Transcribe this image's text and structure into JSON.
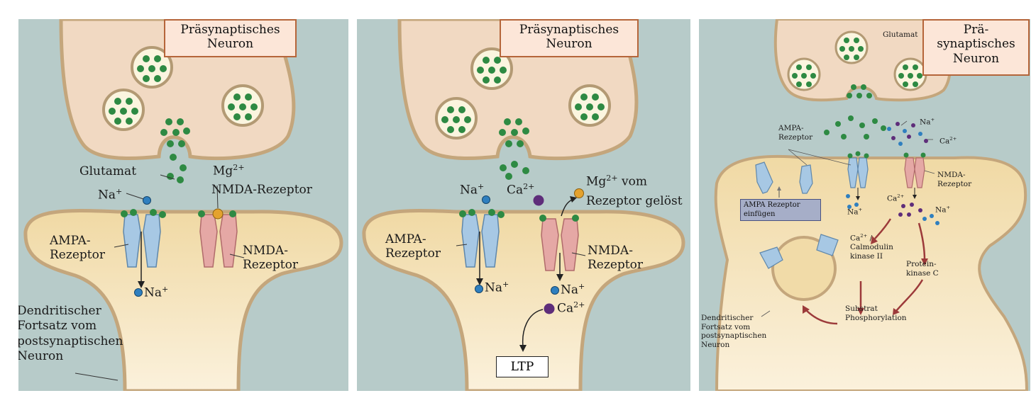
{
  "panel1": {
    "title_line1": "Präsynaptisches",
    "title_line2": "Neuron",
    "glutamat": "Glutamat",
    "na_in": "Na",
    "mg": "Mg",
    "mg_sup": "2+",
    "nmda_rez_top": "NMDA-Rezeptor",
    "ampa_l1": "AMPA-",
    "ampa_l2": "Rezeptor",
    "nmda_l1": "NMDA-",
    "nmda_l2": "Rezeptor",
    "na_out": "Na",
    "plus": "+",
    "dendrit_l1": "Dendritischer",
    "dendrit_l2": "Fortsatz vom",
    "dendrit_l3": "postsynaptischen",
    "dendrit_l4": "Neuron"
  },
  "panel2": {
    "title_line1": "Präsynaptisches",
    "title_line2": "Neuron",
    "na_in": "Na",
    "ca_in": "Ca",
    "ca_sup": "2+",
    "mg": "Mg",
    "mg_sup": "2+",
    "mg_text1": " vom",
    "mg_text2": "Rezeptor gelöst",
    "ampa_l1": "AMPA-",
    "ampa_l2": "Rezeptor",
    "nmda_l1": "NMDA-",
    "nmda_l2": "Rezeptor",
    "na_out_left": "Na",
    "na_out_right": "Na",
    "ca_out": "Ca",
    "plus": "+",
    "ltp": "LTP"
  },
  "panel3": {
    "title_line1": "Prä-",
    "title_line2": "synaptisches",
    "title_line3": "Neuron",
    "glutamat": "Glutamat",
    "na_top": "Na",
    "ca_top": "Ca",
    "ampa_l1": "AMPA-",
    "ampa_l2": "Rezeptor",
    "nmda_l1": "NMDA-",
    "nmda_l2": "Rezeptor",
    "ampa_insert_l1": "AMPA Rezeptor",
    "ampa_insert_l2": "einfügen",
    "na_left": "Na",
    "ca_mid": "Ca",
    "na_mid": "Na",
    "camk_l1": "Ca",
    "camk_l1b": " /",
    "camk_l2": "Calmodulin",
    "camk_l3": "kinase II",
    "pkc_l1": "Protein-",
    "pkc_l2": "kinase C",
    "substrat_l1": "Substrat",
    "substrat_l2": "Phosphorylation",
    "dendrit_l1": "Dendritischer",
    "dendrit_l2": "Fortsatz vom",
    "dendrit_l3": "postsynaptischen",
    "dendrit_l4": "Neuron",
    "plus": "+",
    "sup2": "2+"
  },
  "colors": {
    "background": "#b7cbc9",
    "presynaptic": "#f1d9c2",
    "postsynaptic": "#f1dba8",
    "membrane": "#c4a67c",
    "glutamate": "#2e8a43",
    "ampa": "#a7c8e4",
    "nmda": "#e5a8a5",
    "sodium": "#2f7fbf",
    "calcium": "#5e2d7a",
    "magnesium": "#e4a22e",
    "arrow_red": "#9c3a3a"
  }
}
